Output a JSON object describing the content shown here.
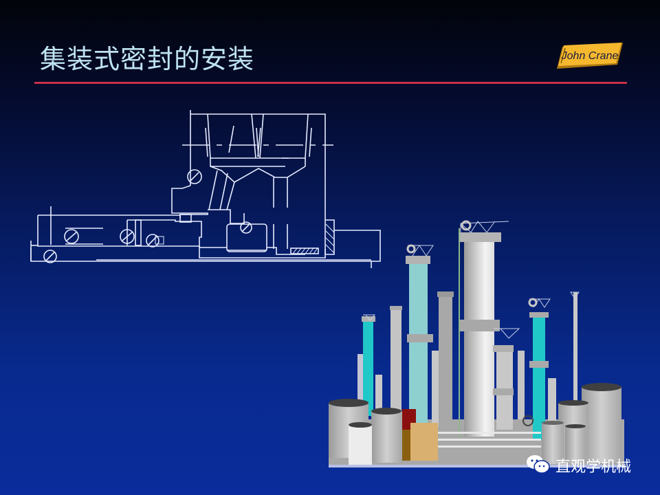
{
  "slide": {
    "title": "集装式密封的安装",
    "logo": {
      "text_line": "John Crane",
      "icon": "john-crane-logo",
      "bg_color": "#f5b82e"
    },
    "divider_color": "#c8304a",
    "title_color": "#bfe3f2",
    "background": {
      "top": "#02040a",
      "bottom": "#0a2c9c"
    }
  },
  "figures": {
    "seal_cross_section": {
      "description": "cartridge mechanical seal cross-section line drawing",
      "line_color": "#e8eeff"
    },
    "plant_illustration": {
      "description": "industrial refinery/plant illustration with towers and tanks"
    }
  },
  "watermark": {
    "text": "直观学机械",
    "icon": "wechat-icon"
  }
}
